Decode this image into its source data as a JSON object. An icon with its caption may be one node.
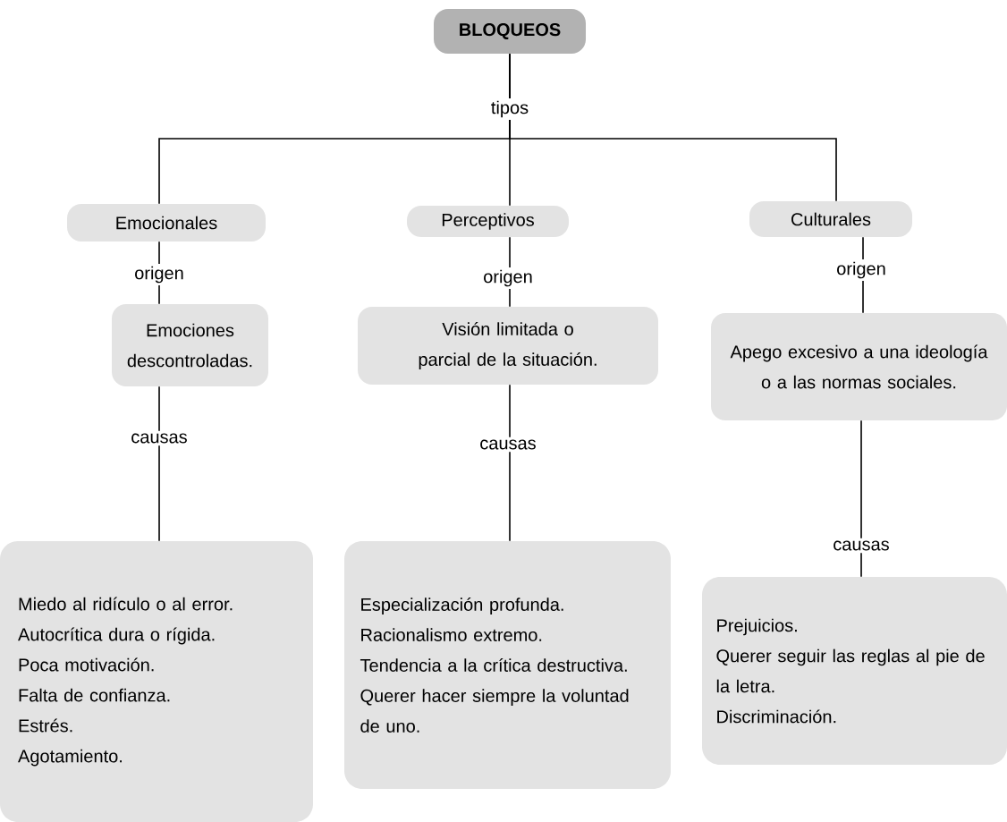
{
  "diagram": {
    "nodes": [
      {
        "text": [
          "BLOQUEOS"
        ]
      },
      {
        "text": [
          "Emocionales"
        ]
      },
      {
        "text": [
          "Perceptivos"
        ]
      },
      {
        "text": [
          "Culturales"
        ]
      },
      {
        "text": [
          "Emociones descontroladas."
        ]
      },
      {
        "text": [
          "Visión limitada o parcial de la situación."
        ]
      },
      {
        "text": [
          "Apego excesivo a una ideología o a las normas sociales."
        ]
      },
      {
        "text": [
          "Miedo al ridículo o al error.",
          "Autocrítica dura o rígida.",
          "Poca motivación.",
          "Falta de confianza.",
          "Estrés.",
          "Agotamiento."
        ]
      },
      {
        "text": [
          "Especialización profunda.",
          "Racionalismo extremo.",
          "Tendencia a la crítica destructiva.",
          "Querer hacer siempre la voluntad de uno."
        ]
      },
      {
        "text": [
          "Prejuicios.",
          "Querer seguir las reglas al pie de la letra.",
          "Discriminación."
        ]
      }
    ],
    "edges": [
      {
        "from": 0,
        "to": 1,
        "arrow": "none"
      },
      {
        "from": 0,
        "to": 2,
        "arrow": "none",
        "label": "tipos"
      },
      {
        "from": 0,
        "to": 3,
        "arrow": "none"
      },
      {
        "from": 1,
        "to": 4,
        "arrow": "none",
        "label": "origen"
      },
      {
        "from": 2,
        "to": 5,
        "arrow": "none",
        "label": "origen"
      },
      {
        "from": 3,
        "to": 6,
        "arrow": "none",
        "label": "origen"
      },
      {
        "from": 4,
        "to": 7,
        "arrow": "none",
        "label": "causas"
      },
      {
        "from": 5,
        "to": 8,
        "arrow": "none",
        "label": "causas"
      },
      {
        "from": 6,
        "to": 9,
        "arrow": "none",
        "label": "causas"
      }
    ]
  }
}
